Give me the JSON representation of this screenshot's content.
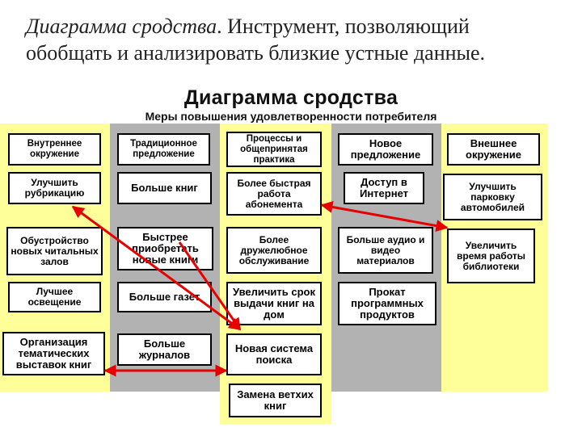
{
  "slide": {
    "title_lead": "Диаграмма сродства",
    "title_rest": ". Инструмент, позволяющий обобщать и анализировать близкие устные данные."
  },
  "diagram": {
    "title": "Диаграмма сродства",
    "subtitle": "Меры повышения удовлетворенности потребителя"
  },
  "columns": [
    {
      "header": "Внутреннее окружение",
      "items": [
        "Улучшить рубрикацию",
        "Обустройство новых читальных залов",
        "Лучшее освещение",
        "Организация тематических выставок книг"
      ]
    },
    {
      "header": "Традиционное предложение",
      "items": [
        "Больше книг",
        "Быстрее приобретать новые книги",
        "Больше газет",
        "Больше журналов"
      ]
    },
    {
      "header": "Процессы и общепринятая практика",
      "items": [
        "Более быстрая работа абонемента",
        "Более дружелюбное обслуживание",
        "Увеличить срок выдачи книг на дом",
        "Новая система поиска",
        "Замена ветхих книг"
      ]
    },
    {
      "header": "Новое предложение",
      "items": [
        "Доступ в Интернет",
        "Больше аудио и видео материалов",
        "Прокат программных продуктов"
      ]
    },
    {
      "header": "Внешнее окружение",
      "items": [
        "Улучшить парковку автомобилей",
        "Увеличить время работы библиотеки"
      ]
    }
  ],
  "colors": {
    "yellow_column": "#ffff99",
    "gray_column": "#b2b2b2",
    "arrow": "#e60000"
  }
}
